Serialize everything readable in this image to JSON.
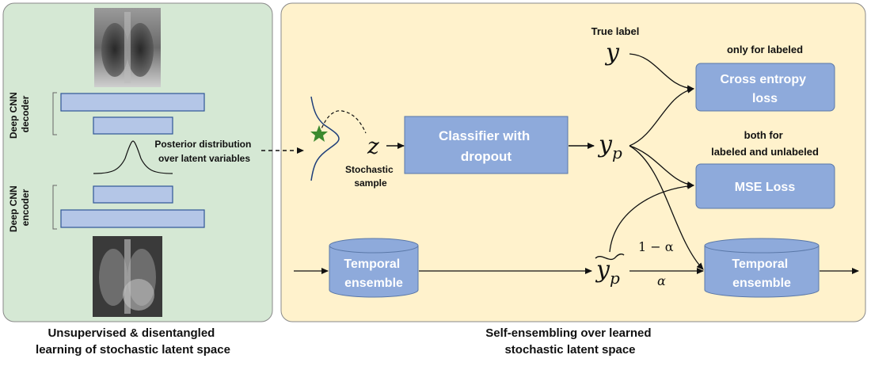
{
  "left_panel": {
    "decoder_label_1": "Deep CNN",
    "decoder_label_2": "decoder",
    "encoder_label_1": "Deep CNN",
    "encoder_label_2": "encoder",
    "posterior_line1": "Posterior distribution",
    "posterior_line2": "over latent variables",
    "caption_line1": "Unsupervised & disentangled",
    "caption_line2": "learning of stochastic latent space"
  },
  "right_panel": {
    "z_symbol": "z",
    "stochastic_line1": "Stochastic",
    "stochastic_line2": "sample",
    "classifier_line1": "Classifier with",
    "classifier_line2": "dropout",
    "true_label": "True label",
    "y_symbol": "y",
    "yp_symbol": "y",
    "yp_sub": "p",
    "ytilde_symbol": "y",
    "ytilde_sub": "p",
    "only_labeled": "only for labeled",
    "cross_entropy_line1": "Cross entropy",
    "cross_entropy_line2": "loss",
    "both_line1": "both for",
    "both_line2": "labeled and unlabeled",
    "mse_label": "MSE Loss",
    "temporal1_line1": "Temporal",
    "temporal1_line2": "ensemble",
    "temporal2_line1": "Temporal",
    "temporal2_line2": "ensemble",
    "one_minus_alpha": "1 − α",
    "alpha": "α",
    "caption_line1": "Self-ensembling over learned",
    "caption_line2": "stochastic latent space"
  },
  "colors": {
    "left_bg": "#d5e8d4",
    "right_bg": "#fff2cc",
    "box_fill": "#8eaadb",
    "box_stroke": "#5a78a8",
    "bar_fill": "#b4c6e7",
    "bar_stroke": "#2f5597",
    "star": "#3b8a2e"
  }
}
